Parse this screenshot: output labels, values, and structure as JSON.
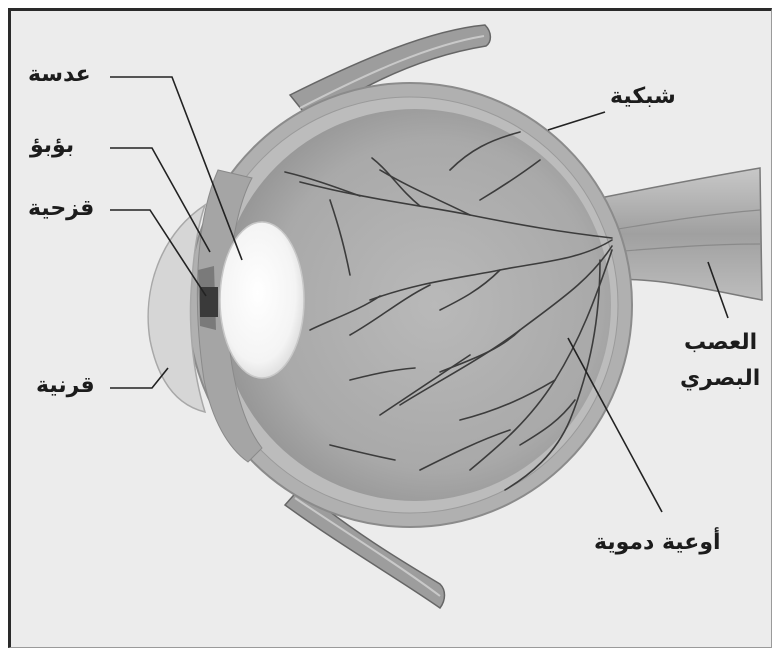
{
  "labels": {
    "lens": "عدسة",
    "pupil": "بؤبؤ",
    "iris": "قزحية",
    "cornea": "قرنية",
    "retina": "شبكية",
    "optic_nerve_line1": "العصب",
    "optic_nerve_line2": "البصري",
    "blood_vessels": "أوعية دموية"
  },
  "colors": {
    "background": "#ececec",
    "sclera": "#b4b4b4",
    "interior": "#a8a8a8",
    "lens": "#ffffff",
    "vessels": "#3c3c3c",
    "leader_lines": "#222222"
  }
}
